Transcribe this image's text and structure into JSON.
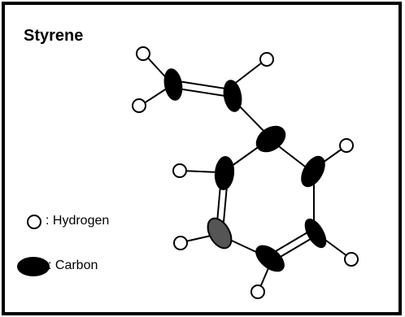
{
  "title": "Styrene",
  "legend": {
    "hydrogen_label": ": Hydrogen",
    "carbon_label": ": Carbon"
  },
  "atom_colors": {
    "carbon_fill": "#000000",
    "carbon_shaded_fill": "#555555",
    "hydrogen_fill": "#ffffff",
    "stroke": "#000000"
  }
}
